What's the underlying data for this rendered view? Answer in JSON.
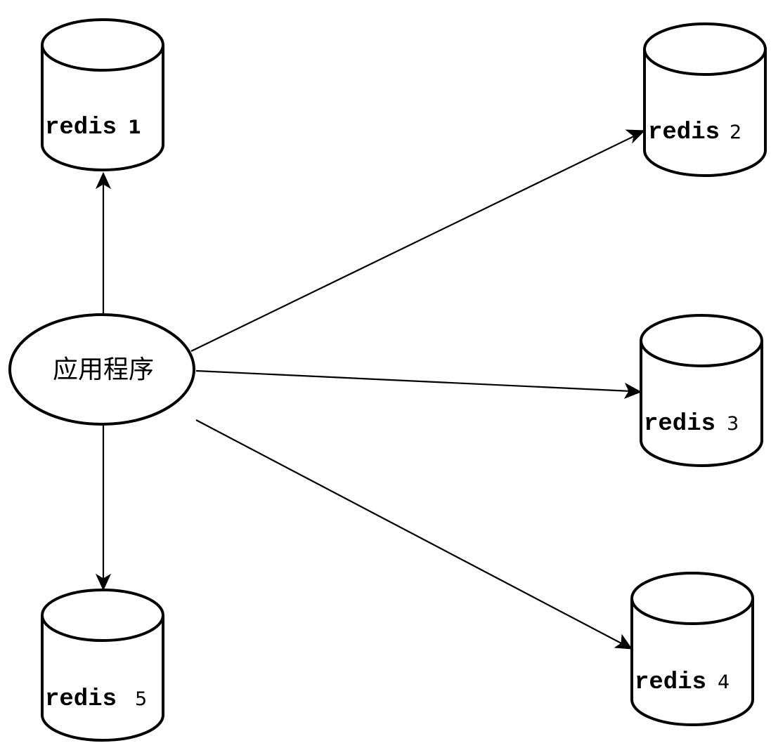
{
  "app": {
    "label": "应用程序"
  },
  "databases": [
    {
      "name": "redis",
      "number": "1"
    },
    {
      "name": "redis",
      "number": "2"
    },
    {
      "name": "redis",
      "number": "3"
    },
    {
      "name": "redis",
      "number": "4"
    },
    {
      "name": "redis",
      "number": "5"
    }
  ],
  "colors": {
    "stroke": "#000000",
    "fill": "#ffffff",
    "background": "#ffffff"
  },
  "edges": [
    {
      "from": "app",
      "to": "redis 1"
    },
    {
      "from": "app",
      "to": "redis 2"
    },
    {
      "from": "app",
      "to": "redis 3"
    },
    {
      "from": "app",
      "to": "redis 4"
    },
    {
      "from": "app",
      "to": "redis 5"
    }
  ]
}
